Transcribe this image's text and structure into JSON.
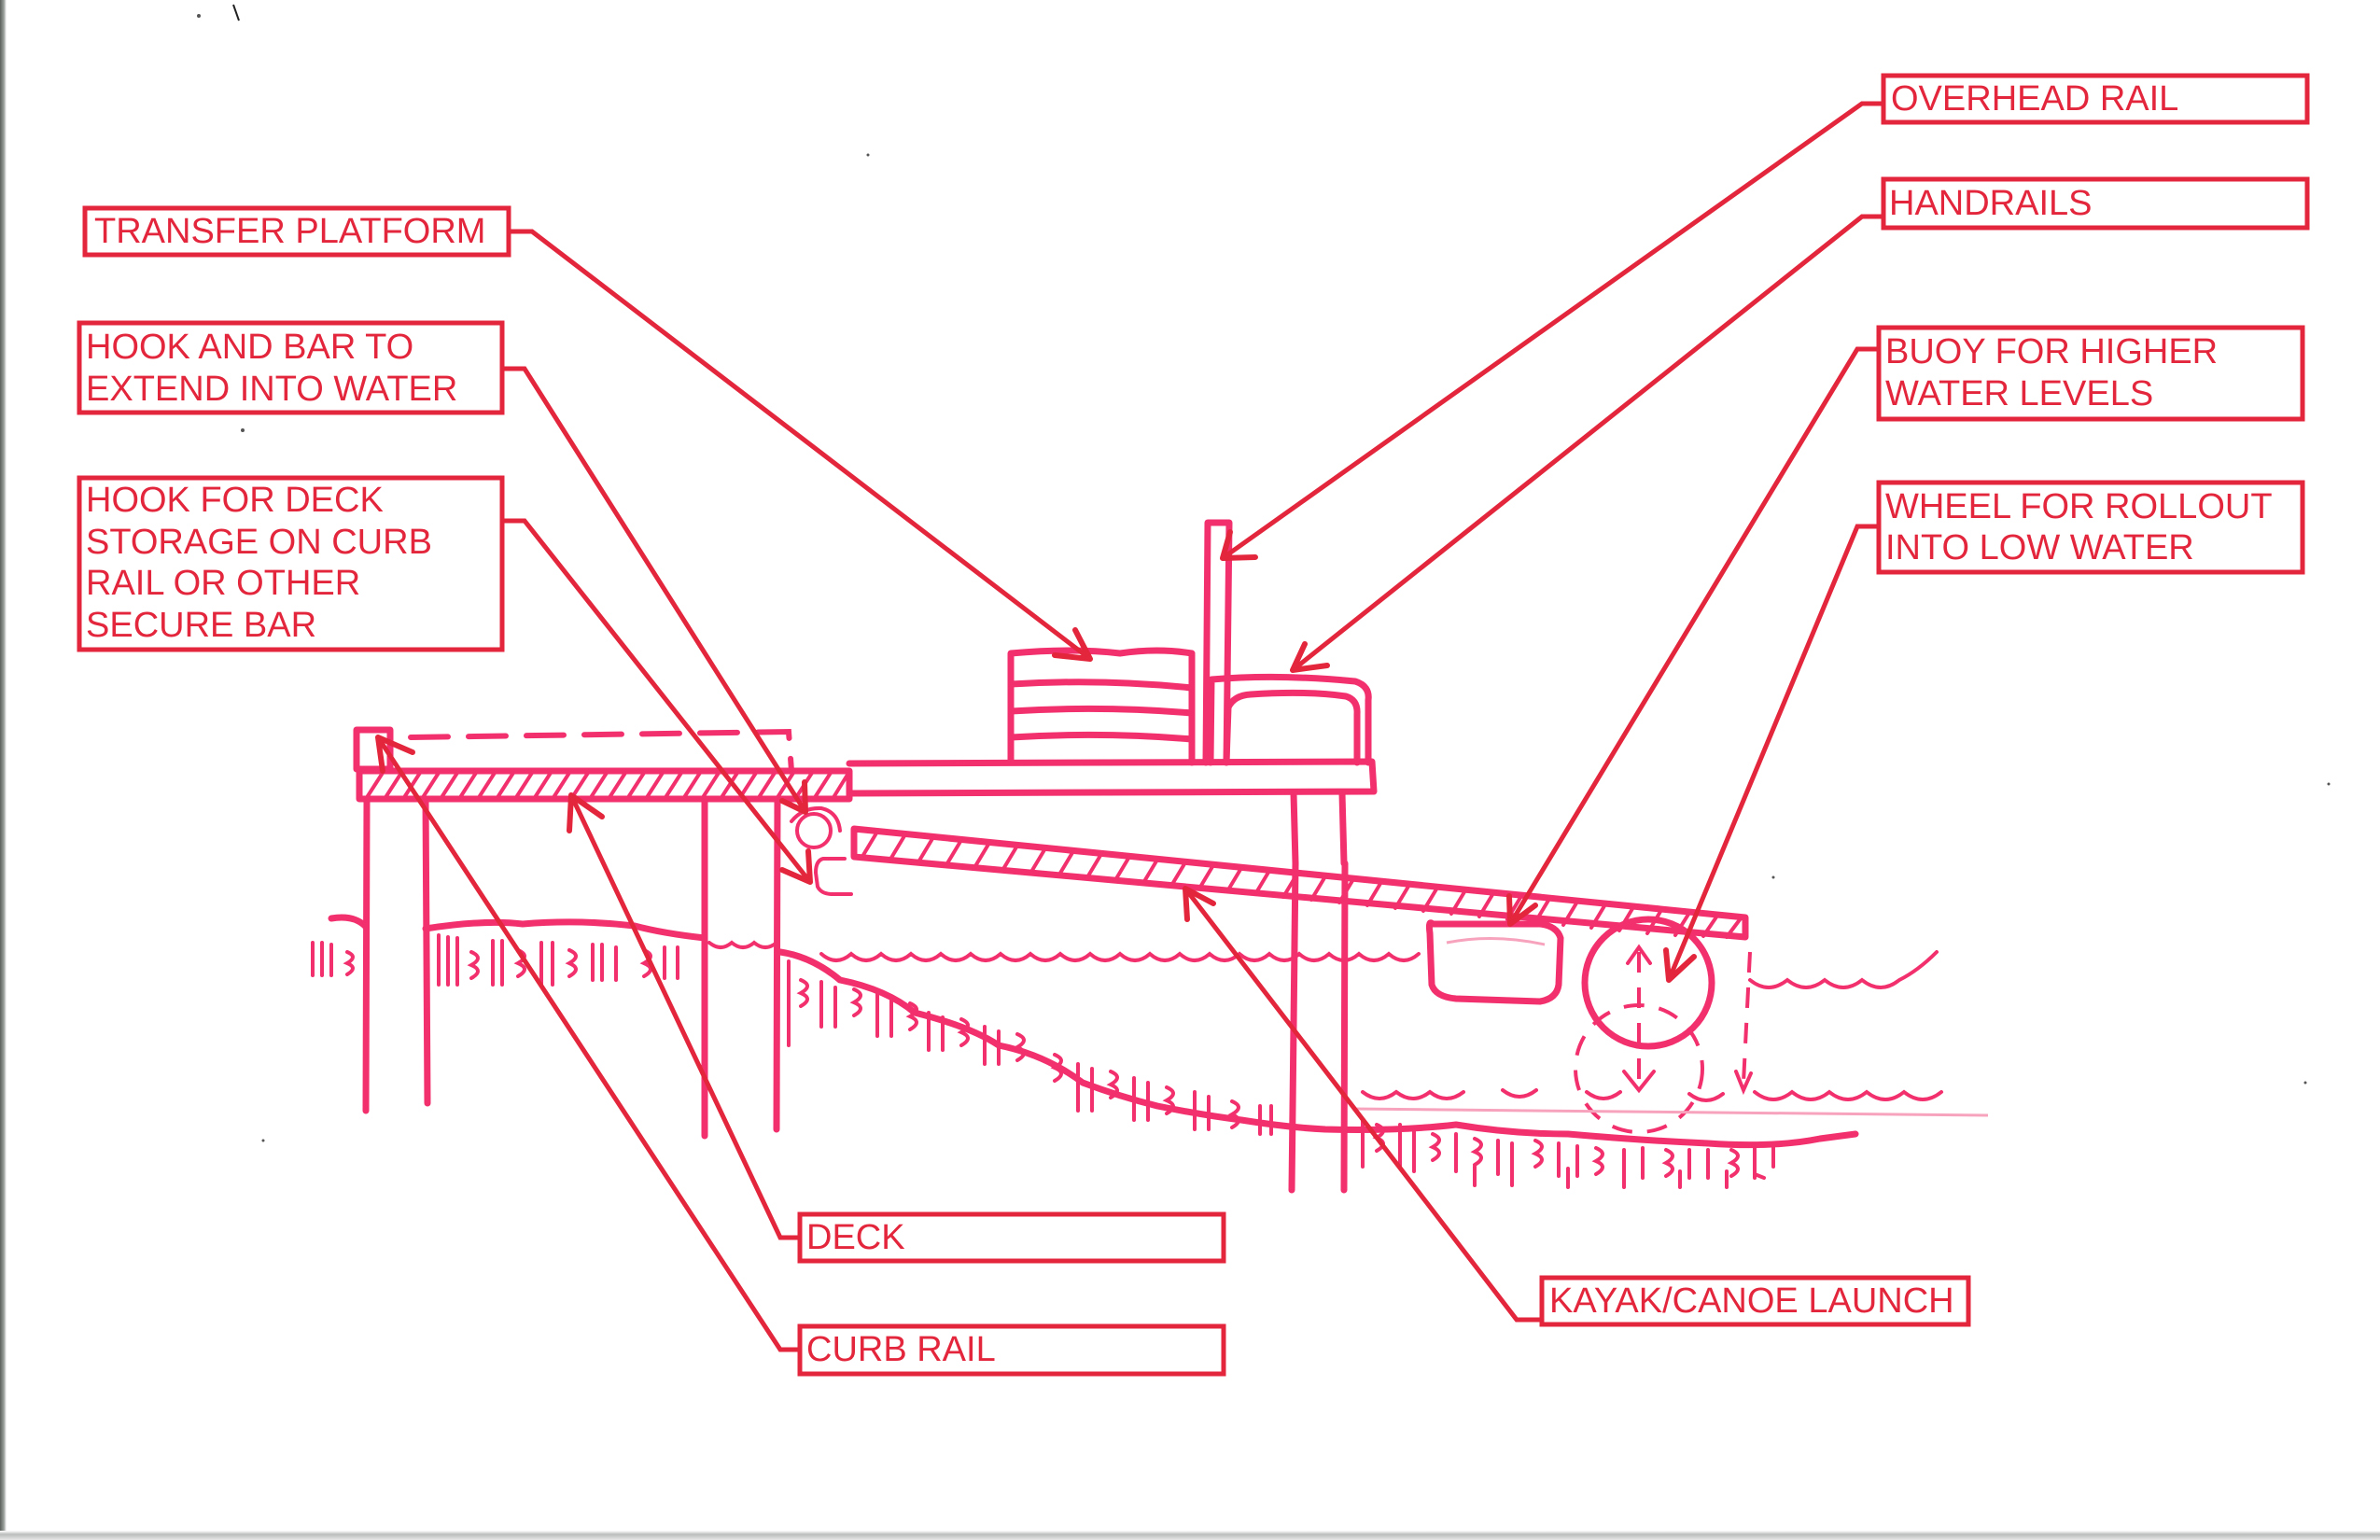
{
  "diagram": {
    "title": "Dock with transfer platform and kayak/canoe launch (hand sketch)",
    "colors": {
      "annotation_red": "#e3263c",
      "sketch_pink": "#f2306e",
      "background": "#ffffff"
    },
    "labels": {
      "overhead_rail": {
        "lines": [
          "OVERHEAD RAIL"
        ]
      },
      "handrails": {
        "lines": [
          "HANDRAILS"
        ]
      },
      "buoy": {
        "lines": [
          "BUOY FOR HIGHER",
          "WATER LEVELS"
        ]
      },
      "wheel": {
        "lines": [
          "WHEEL FOR ROLLOUT",
          "INTO LOW WATER"
        ]
      },
      "transfer_platform": {
        "lines": [
          "TRANSFER PLATFORM"
        ]
      },
      "hook_and_bar": {
        "lines": [
          "HOOK AND BAR TO",
          "EXTEND INTO WATER"
        ]
      },
      "hook_for_deck": {
        "lines": [
          "HOOK FOR DECK",
          "STORAGE ON CURB",
          "RAIL OR OTHER",
          "SECURE BAR"
        ]
      },
      "deck": {
        "lines": [
          "DECK"
        ]
      },
      "curb_rail": {
        "lines": [
          "CURB RAIL"
        ]
      },
      "kayak_launch": {
        "lines": [
          "KAYAK/CANOE LAUNCH"
        ]
      }
    },
    "components": [
      "overhead-rail",
      "handrails",
      "transfer-platform",
      "deck",
      "curb-rail",
      "hook-and-bar",
      "storage-hook",
      "kayak-canoe-launch",
      "buoy",
      "wheel",
      "pilings",
      "water-surface",
      "lake-bed"
    ]
  }
}
